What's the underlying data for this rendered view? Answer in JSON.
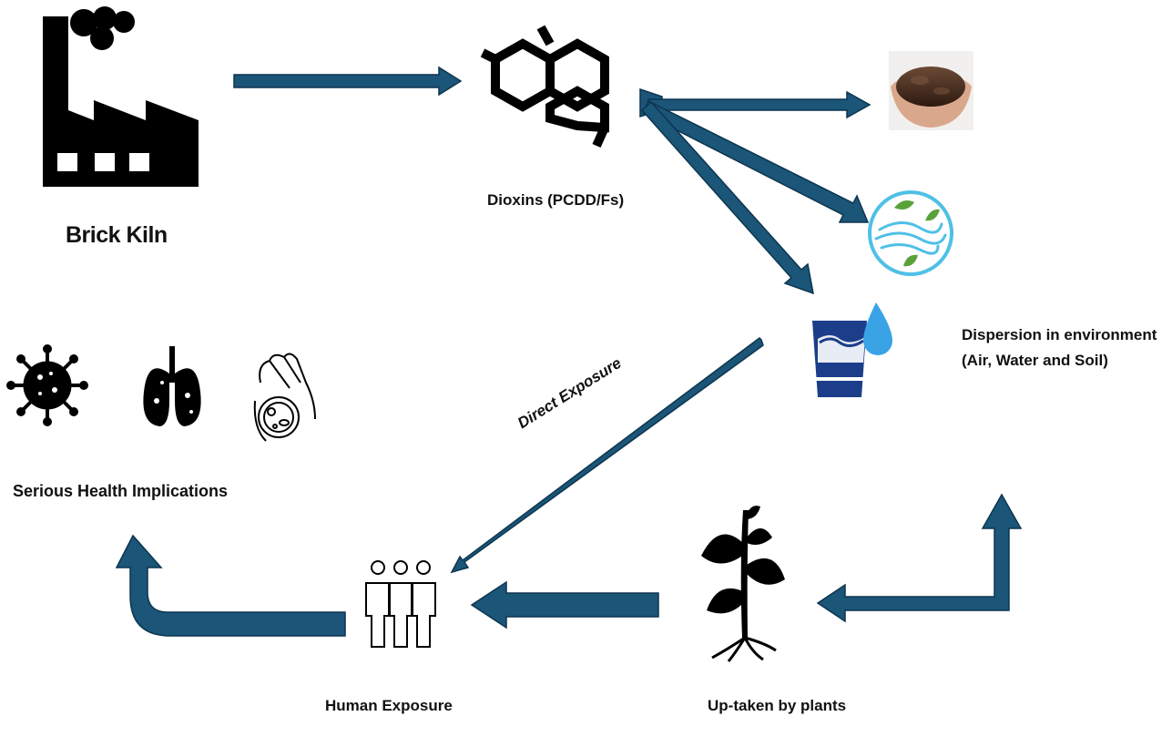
{
  "labels": {
    "brick_kiln": "Brick Kiln",
    "dioxins": "Dioxins (PCDD/Fs)",
    "dispersion_line1": "Dispersion in environment",
    "dispersion_line2": "(Air, Water and Soil)",
    "health": "Serious Health Implications",
    "human_exposure": "Human Exposure",
    "plants": "Up-taken by plants",
    "direct_exposure": "Direct Exposure"
  },
  "colors": {
    "arrow": "#1b5577",
    "arrow_outline": "#0d3550",
    "icon": "#000000",
    "water_blue": "#1b3d8a",
    "drop_blue": "#3aa3e6",
    "air_ring": "#4fc0e6",
    "leaf_green": "#5aa13a",
    "soil_brown": "#4a2e1c",
    "hands_skin": "#d9a88c"
  },
  "icons": [
    "factory-icon",
    "dioxin-molecule-icon",
    "soil-in-hands-icon",
    "air-wind-icon",
    "water-bucket-icon",
    "virus-icon",
    "lungs-icon",
    "petri-dish-hand-icon",
    "people-icon",
    "plant-icon"
  ]
}
